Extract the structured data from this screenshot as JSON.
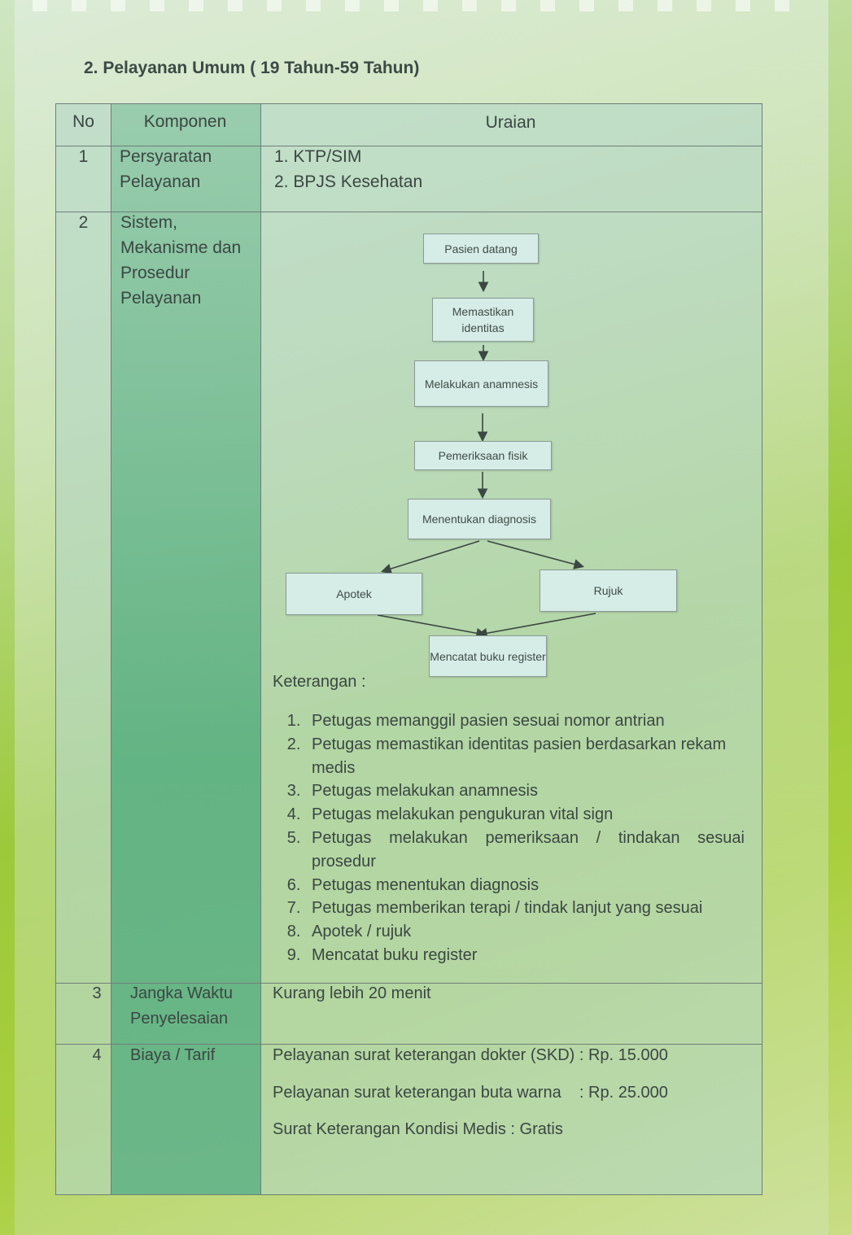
{
  "heading": "2.  Pelayanan Umum ( 19 Tahun-59 Tahun)",
  "table": {
    "headers": {
      "no": "No",
      "komponen": "Komponen",
      "uraian": "Uraian"
    },
    "row1": {
      "no": "1",
      "komponen": "Persyaratan Pelayanan",
      "items": [
        "1.  KTP/SIM",
        "2.  BPJS Kesehatan"
      ]
    },
    "row2": {
      "no": "2",
      "komponen": "Sistem, Mekanisme dan Prosedur Pelayanan",
      "flow": {
        "pasien": "Pasien datang",
        "memastikan": "Memastikan identitas",
        "anamnesis": "Melakukan anamnesis",
        "fisik": "Pemeriksaan fisik",
        "diagnosis": "Menentukan diagnosis",
        "apotek": "Apotek",
        "rujuk": "Rujuk",
        "register": "Mencatat buku register"
      },
      "keterangan_label": "Keterangan :",
      "keterangan": [
        "Petugas memanggil pasien sesuai nomor antrian",
        "Petugas memastikan identitas pasien berdasarkan rekam medis",
        "Petugas melakukan anamnesis",
        "Petugas melakukan pengukuran vital sign",
        "Petugas melakukan pemeriksaan / tindakan sesuai prosedur",
        "Petugas menentukan diagnosis",
        "Petugas memberikan terapi / tindak lanjut yang sesuai",
        "Apotek / rujuk",
        "Mencatat buku register"
      ]
    },
    "row3": {
      "no": "3",
      "komponen": "Jangka Waktu Penyelesaian",
      "uraian": "Kurang lebih 20 menit"
    },
    "row4": {
      "no": "4",
      "komponen": "Biaya / Tarif",
      "fees": [
        "Pelayanan surat keterangan dokter (SKD) : Rp. 15.000",
        "Pelayanan surat keterangan buta warna    : Rp. 25.000",
        "Surat Keterangan Kondisi Medis : Gratis"
      ]
    }
  }
}
